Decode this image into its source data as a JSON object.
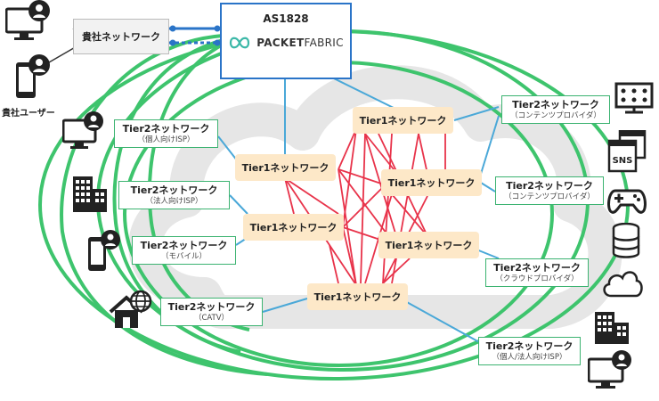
{
  "as_box": {
    "title": "AS1828",
    "brand_bold": "PACKET",
    "brand_light": "FABRIC"
  },
  "corporate": {
    "label": "貴社ネットワーク"
  },
  "users": {
    "label": "貴社ユーザー"
  },
  "tier1": [
    {
      "label": "Tier1ネットワーク"
    },
    {
      "label": "Tier1ネットワーク"
    },
    {
      "label": "Tier1ネットワーク"
    },
    {
      "label": "Tier1ネットワーク"
    },
    {
      "label": "Tier1ネットワーク"
    },
    {
      "label": "Tier1ネットワーク"
    }
  ],
  "tier2_left": [
    {
      "name": "Tier2ネットワーク",
      "sub": "（個人向けISP）"
    },
    {
      "name": "Tier2ネットワーク",
      "sub": "（法人向けISP）"
    },
    {
      "name": "Tier2ネットワーク",
      "sub": "（モバイル）"
    },
    {
      "name": "Tier2ネットワーク",
      "sub": "（CATV）"
    }
  ],
  "tier2_right": [
    {
      "name": "Tier2ネットワーク",
      "sub": "（コンテンツプロバイダ）"
    },
    {
      "name": "Tier2ネットワーク",
      "sub": "（コンテンツプロバイダ）"
    },
    {
      "name": "Tier2ネットワーク",
      "sub": "（クラウドプロバイダ）"
    },
    {
      "name": "Tier2ネットワーク",
      "sub": "（個人/法人向けISP）"
    }
  ],
  "icons": {
    "sns_label": "SNS"
  },
  "colors": {
    "peering_line": "#e8334a",
    "transit_line": "#4aa8d8",
    "ring": "#3ec46d",
    "as_border": "#2a74c8",
    "tier1_fill": "#fde8c8",
    "tier2_border": "#3cb371"
  }
}
